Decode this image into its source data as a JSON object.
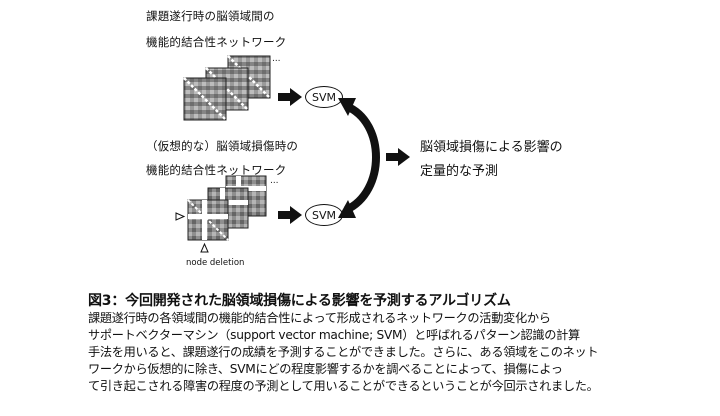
{
  "diagram": {
    "top_label_line1": "課題遂行時の脳領域間の",
    "top_label_line2": "機能的結合性ネットワーク",
    "bottom_label_line1": "（仮想的な）脳領域損傷時の",
    "bottom_label_line2": "機能的結合性ネットワーク",
    "svm_top": "SVM",
    "svm_bottom": "SVM",
    "node_deletion": "node deletion",
    "result_line1": "脳領域損傷による影響の",
    "result_line2": "定量的な予測",
    "ellipsis": "…",
    "colors": {
      "matrix_dark": "#4a4a4a",
      "matrix_light": "#c8c8c8",
      "ink": "#111111"
    }
  },
  "caption": {
    "title": "図3：今回開発された脳領域損傷による影響を予測するアルゴリズム",
    "lines": [
      "課題遂行時の各領域間の機能的結合性によって形成されるネットワークの活動変化から",
      "サポートベクターマシン（support vector machine; SVM）と呼ばれるパターン認識の計算",
      "手法を用いると、課題遂行の成績を予測することができました。さらに、ある領域をこのネット",
      "ワークから仮想的に除き、SVMにどの程度影響するかを調べることによって、損傷によっ",
      "て引き起こされる障害の程度の予測として用いることができるということが今回示されました。"
    ]
  }
}
